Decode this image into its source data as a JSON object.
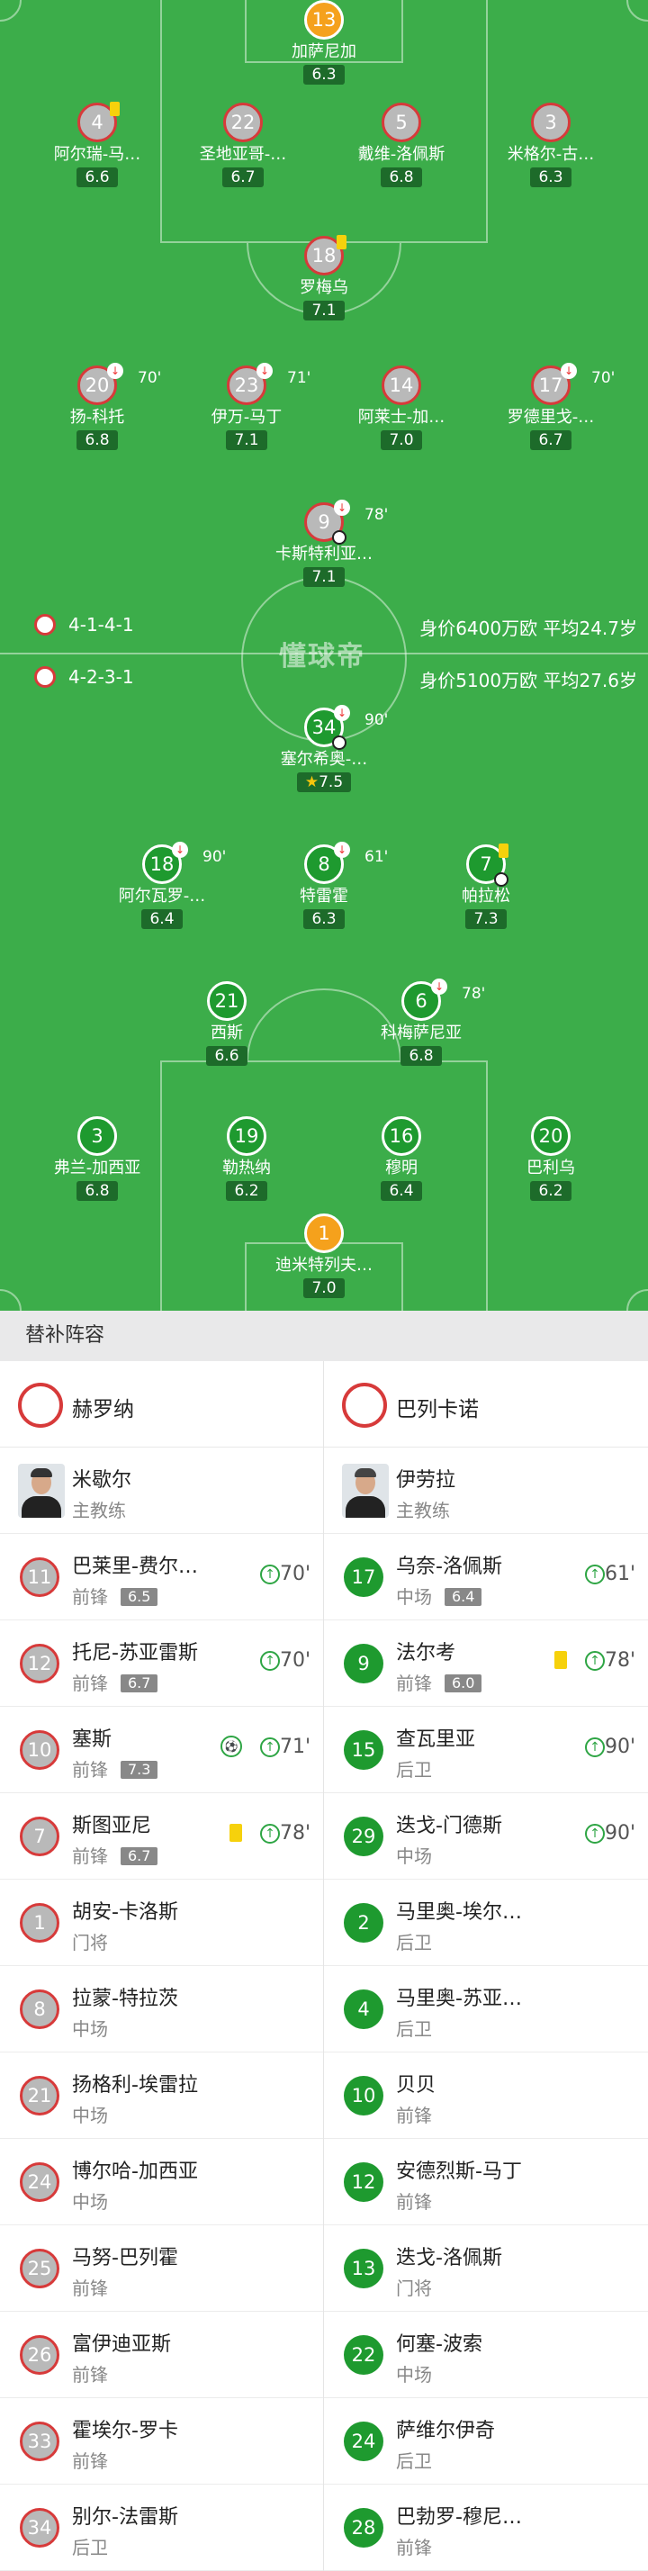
{
  "watermark": "懂球帝",
  "home": {
    "name": "赫罗纳",
    "formation": "4-1-4-1",
    "value": "身价6400万欧",
    "avg_age": "平均24.7岁",
    "color": "#d73a3a",
    "players": [
      {
        "num": "13",
        "name": "加萨尼加",
        "rating": "6.3",
        "gk": true
      },
      {
        "num": "4",
        "name": "阿尔瑞-马丁内斯",
        "rating": "6.6",
        "yc": true
      },
      {
        "num": "22",
        "name": "圣地亚哥-布埃诺",
        "rating": "6.7"
      },
      {
        "num": "5",
        "name": "戴维-洛佩斯",
        "rating": "6.8"
      },
      {
        "num": "3",
        "name": "米格尔-古铁雷斯",
        "rating": "6.3"
      },
      {
        "num": "18",
        "name": "罗梅乌",
        "rating": "7.1",
        "yc": true
      },
      {
        "num": "20",
        "name": "扬-科托",
        "rating": "6.8",
        "sub": "70'"
      },
      {
        "num": "23",
        "name": "伊万-马丁",
        "rating": "7.1",
        "sub": "71'"
      },
      {
        "num": "14",
        "name": "阿莱士-加西亚",
        "rating": "7.0"
      },
      {
        "num": "17",
        "name": "罗德里戈-里克尔梅",
        "rating": "6.7",
        "sub": "70'"
      },
      {
        "num": "9",
        "name": "卡斯特利亚诺斯",
        "rating": "7.1",
        "sub": "78'",
        "goal": true
      }
    ],
    "coach": {
      "name": "米歇尔",
      "role": "主教练"
    },
    "subs": [
      {
        "num": "11",
        "name": "巴莱里-费尔南德斯",
        "pos": "前锋",
        "rating": "6.5",
        "time": "70'"
      },
      {
        "num": "12",
        "name": "托尼-苏亚雷斯",
        "pos": "前锋",
        "rating": "6.7",
        "time": "70'"
      },
      {
        "num": "10",
        "name": "塞斯",
        "pos": "前锋",
        "rating": "7.3",
        "time": "71'",
        "goal": true
      },
      {
        "num": "7",
        "name": "斯图亚尼",
        "pos": "前锋",
        "rating": "6.7",
        "time": "78'",
        "yc": true
      },
      {
        "num": "1",
        "name": "胡安-卡洛斯",
        "pos": "门将"
      },
      {
        "num": "8",
        "name": "拉蒙-特拉茨",
        "pos": "中场"
      },
      {
        "num": "21",
        "name": "扬格利-埃雷拉",
        "pos": "中场"
      },
      {
        "num": "24",
        "name": "博尔哈-加西亚",
        "pos": "中场"
      },
      {
        "num": "25",
        "name": "马努-巴列霍",
        "pos": "前锋"
      },
      {
        "num": "26",
        "name": "富伊迪亚斯",
        "pos": "前锋"
      },
      {
        "num": "33",
        "name": "霍埃尔-罗卡",
        "pos": "前锋"
      },
      {
        "num": "34",
        "name": "别尔-法雷斯",
        "pos": "后卫"
      }
    ]
  },
  "away": {
    "name": "巴列卡诺",
    "formation": "4-2-3-1",
    "value": "身价5100万欧",
    "avg_age": "平均27.6岁",
    "color": "#1e9a2f",
    "players": [
      {
        "num": "34",
        "name": "塞尔希奥-卡梅略",
        "rating": "7.5",
        "sub": "90'",
        "goal": true,
        "star": true
      },
      {
        "num": "18",
        "name": "阿尔瓦罗-加西亚",
        "rating": "6.4",
        "sub": "90'"
      },
      {
        "num": "8",
        "name": "特雷霍",
        "rating": "6.3",
        "sub": "61'"
      },
      {
        "num": "7",
        "name": "帕拉松",
        "rating": "7.3",
        "yc": true,
        "goal": true
      },
      {
        "num": "21",
        "name": "西斯",
        "rating": "6.6"
      },
      {
        "num": "6",
        "name": "科梅萨尼亚",
        "rating": "6.8",
        "sub": "78'"
      },
      {
        "num": "3",
        "name": "弗兰-加西亚",
        "rating": "6.8"
      },
      {
        "num": "19",
        "name": "勒热纳",
        "rating": "6.2"
      },
      {
        "num": "16",
        "name": "穆明",
        "rating": "6.4"
      },
      {
        "num": "20",
        "name": "巴利乌",
        "rating": "6.2"
      },
      {
        "num": "1",
        "name": "迪米特列夫斯基",
        "rating": "7.0",
        "gk": true
      }
    ],
    "coach": {
      "name": "伊劳拉",
      "role": "主教练"
    },
    "subs": [
      {
        "num": "17",
        "name": "乌奈-洛佩斯",
        "pos": "中场",
        "rating": "6.4",
        "time": "61'"
      },
      {
        "num": "9",
        "name": "法尔考",
        "pos": "前锋",
        "rating": "6.0",
        "time": "78'",
        "yc": true
      },
      {
        "num": "15",
        "name": "查瓦里亚",
        "pos": "后卫",
        "time": "90'"
      },
      {
        "num": "29",
        "name": "迭戈-门德斯",
        "pos": "中场",
        "time": "90'"
      },
      {
        "num": "2",
        "name": "马里奥-埃尔南德斯",
        "pos": "后卫"
      },
      {
        "num": "4",
        "name": "马里奥-苏亚雷斯",
        "pos": "后卫"
      },
      {
        "num": "10",
        "name": "贝贝",
        "pos": "前锋"
      },
      {
        "num": "12",
        "name": "安德烈斯-马丁",
        "pos": "前锋"
      },
      {
        "num": "13",
        "name": "迭戈-洛佩斯",
        "pos": "门将"
      },
      {
        "num": "22",
        "name": "何塞-波索",
        "pos": "中场"
      },
      {
        "num": "24",
        "name": "萨维尔伊奇",
        "pos": "后卫"
      },
      {
        "num": "28",
        "name": "巴勃罗-穆尼奥斯",
        "pos": "前锋"
      }
    ]
  },
  "subs_title": "替补阵容"
}
